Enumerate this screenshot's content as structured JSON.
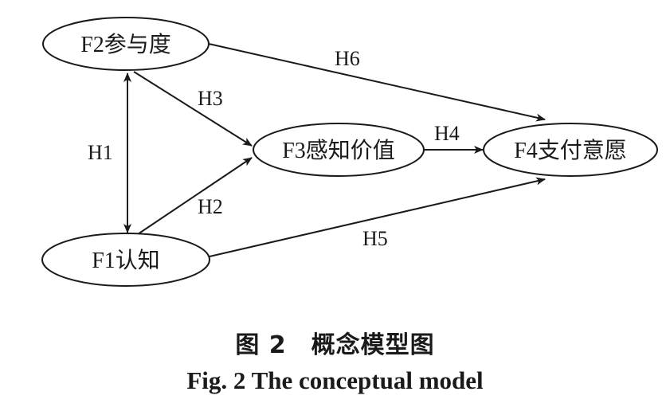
{
  "nodes": {
    "f2": "F2参与度",
    "f3": "F3感知价值",
    "f4": "F4支付意愿",
    "f1": "F1认知"
  },
  "edges": {
    "h1": "H1",
    "h2": "H2",
    "h3": "H3",
    "h4": "H4",
    "h5": "H5",
    "h6": "H6"
  },
  "caption": {
    "zh": "图 2　概念模型图",
    "en": "Fig. 2   The conceptual model"
  }
}
